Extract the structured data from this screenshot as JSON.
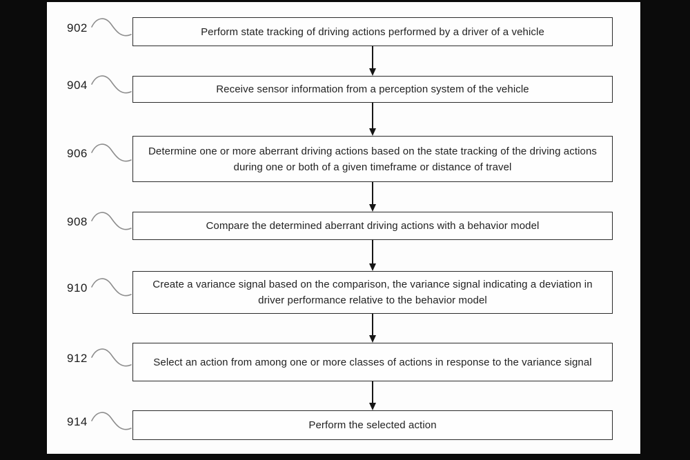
{
  "figure": {
    "type": "flowchart",
    "colors": {
      "canvas_background": "#0b0b0b",
      "sheet_background": "#fdfdfd",
      "line_color": "#1c1c1c"
    },
    "steps": [
      {
        "ref": "902",
        "text": "Perform state tracking of driving actions performed by a driver of a vehicle"
      },
      {
        "ref": "904",
        "text": "Receive sensor information from a perception system of the vehicle"
      },
      {
        "ref": "906",
        "text": "Determine one or more aberrant driving actions based on the state tracking of the driving actions during one or both of a given timeframe or distance of travel"
      },
      {
        "ref": "908",
        "text": "Compare the determined aberrant driving actions with a behavior model"
      },
      {
        "ref": "910",
        "text": "Create a variance signal based on the comparison, the variance signal indicating a deviation in driver performance relative to the behavior model"
      },
      {
        "ref": "912",
        "text": "Select an action from among one or more classes of actions in response to the variance signal"
      },
      {
        "ref": "914",
        "text": "Perform the selected action"
      }
    ]
  }
}
